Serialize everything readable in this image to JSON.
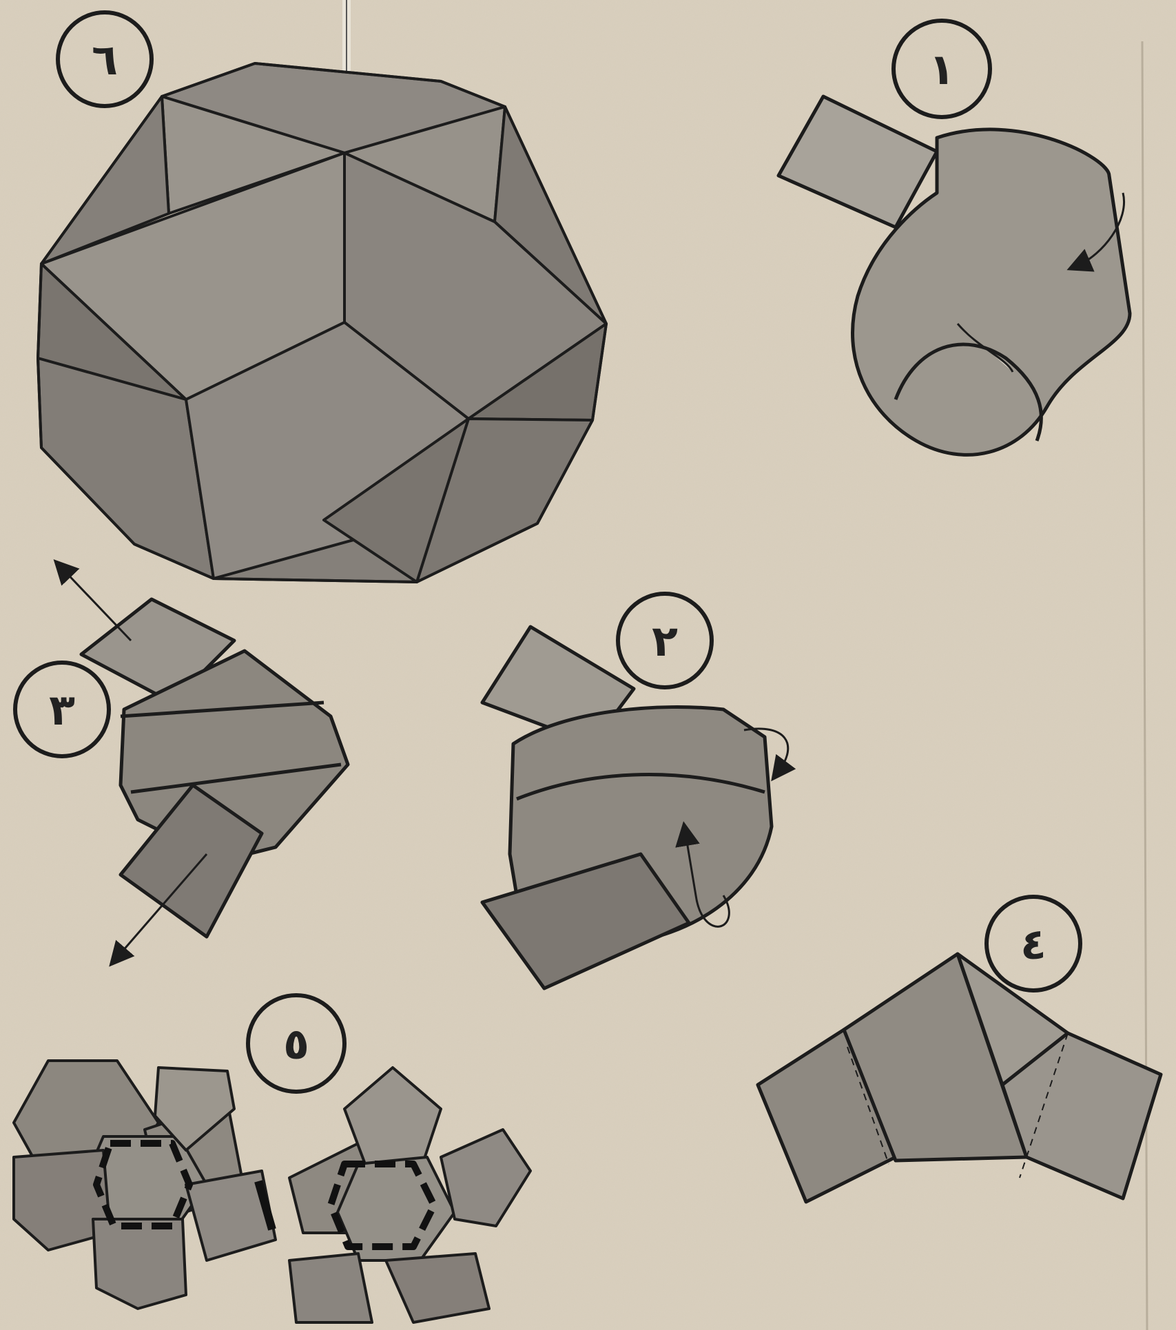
{
  "steps": [
    {
      "label": "١"
    },
    {
      "label": "٢"
    },
    {
      "label": "٣"
    },
    {
      "label": "٤"
    },
    {
      "label": "٥"
    },
    {
      "label": "٦"
    }
  ],
  "colors": {
    "paper": "#d9cfbd",
    "strip_light": "#a9a49b",
    "strip_mid": "#8f8a82",
    "strip_dark": "#6f6b65",
    "ink": "#1c1c1c"
  }
}
